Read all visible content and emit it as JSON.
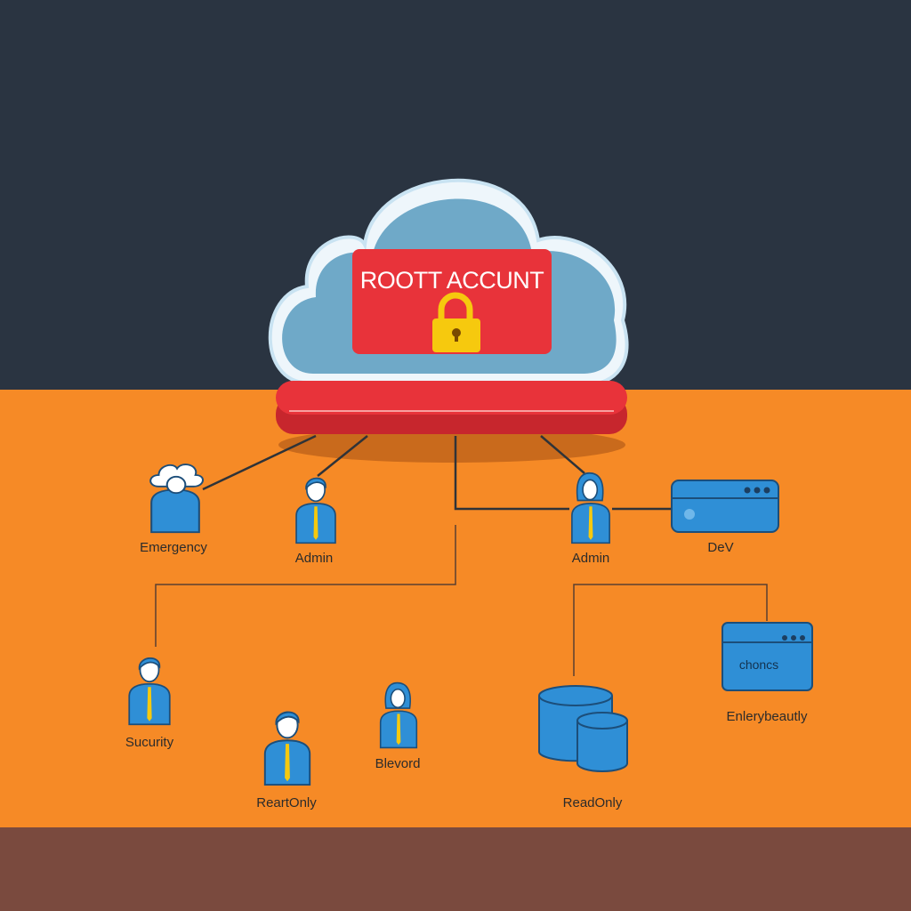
{
  "root": {
    "title": "ROOTT ACCUNT",
    "icon": "padlock-icon"
  },
  "nodes": [
    {
      "label": "Emergency",
      "icon": "cloud-person-icon"
    },
    {
      "label": "Admin",
      "icon": "male-user-icon"
    },
    {
      "label": "Admin",
      "icon": "female-user-icon"
    },
    {
      "label": "DeV",
      "icon": "server-device-icon"
    },
    {
      "label": "Sucurity",
      "icon": "male-user-icon"
    },
    {
      "label": "ReartOnly",
      "icon": "male-user-icon"
    },
    {
      "label": "Blevord",
      "icon": "female-user-icon"
    },
    {
      "label": "ReadOnly",
      "icon": "database-icon"
    },
    {
      "label": "Enlerybeautly",
      "icon": "terminal-window-icon",
      "window_text": "choncs"
    }
  ],
  "colors": {
    "top": "#2a3441",
    "ground": "#f68a26",
    "footer": "#7a4a3e",
    "accent_red": "#e8333a",
    "icon_blue": "#2f8fd6",
    "lock_yellow": "#f6c90e"
  }
}
